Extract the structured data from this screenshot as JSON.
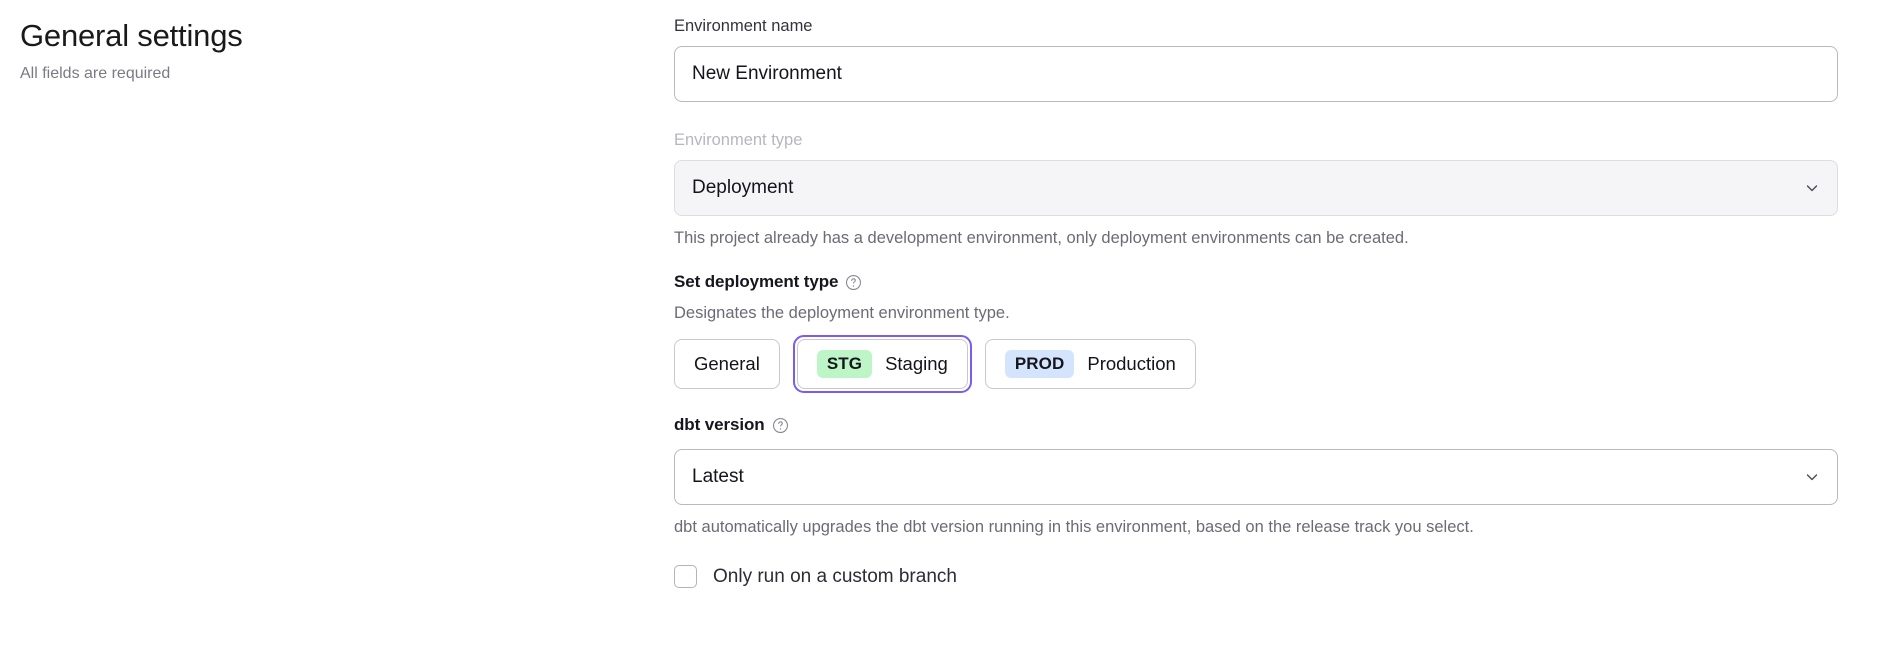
{
  "header": {
    "title": "General settings",
    "subtitle": "All fields are required"
  },
  "form": {
    "environment_name": {
      "label": "Environment name",
      "value": "New Environment",
      "placeholder": "Environment name"
    },
    "environment_type": {
      "label": "Environment type",
      "value": "Deployment",
      "disabled": true,
      "help": "This project already has a development environment, only deployment environments can be created.",
      "chevron_icon": "chevron-down-icon"
    },
    "deployment_type": {
      "heading": "Set deployment type",
      "help_icon": "question-circle-icon",
      "description": "Designates the deployment environment type.",
      "selected": "Staging",
      "options": [
        {
          "label": "General",
          "badge": "",
          "badge_color": "",
          "selected": false
        },
        {
          "label": "Staging",
          "badge": "STG",
          "badge_color": "#bdf5c6",
          "selected": true
        },
        {
          "label": "Production",
          "badge": "PROD",
          "badge_color": "#d5e4fd",
          "selected": false
        }
      ]
    },
    "dbt_version": {
      "label": "dbt version",
      "help_icon": "question-circle-icon",
      "value": "Latest",
      "chevron_icon": "chevron-down-icon",
      "help": "dbt automatically upgrades the dbt version running in this environment, based on the release track you select."
    },
    "custom_branch": {
      "label": "Only run on a custom branch",
      "checked": false
    }
  },
  "colors": {
    "accent": "#7c5cf0",
    "staging_badge": "#bdf5c6",
    "production_badge": "#d5e4fd",
    "muted_text": "#6b6b77"
  }
}
